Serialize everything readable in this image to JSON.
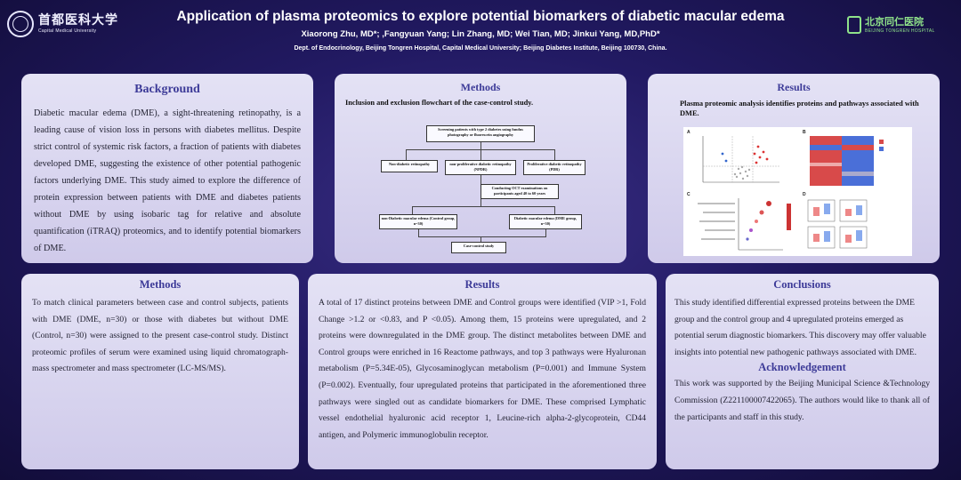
{
  "header": {
    "logo_left_cn": "首都医科大学",
    "logo_left_en": "Capital Medical University",
    "logo_right_cn": "北京同仁医院",
    "logo_right_en": "BEIJING TONGREN HOSPITAL",
    "title": "Application of plasma proteomics to explore potential biomarkers of diabetic macular edema",
    "authors": "Xiaorong Zhu, MD*;   ,Fangyuan Yang;  Lin Zhang, MD; Wei Tian, MD; Jinkui Yang, MD,PhD*",
    "affiliation": "Dept. of Endocrinology, Beijing Tongren Hospital, Capital Medical University; Beijing Diabetes Institute, Beijing 100730, China."
  },
  "background": {
    "heading": "Background",
    "text": "Diabetic macular edema (DME), a sight-threatening retinopathy, is a leading cause of vision loss in persons with diabetes mellitus. Despite strict control of systemic risk factors, a fraction of patients with diabetes developed DME, suggesting the existence of other potential pathogenic factors underlying DME. This study aimed to explore the difference of protein expression between patients with DME and diabetes patients without DME by using isobaric tag for relative and absolute quantification (iTRAQ) proteomics, and to identify potential biomarkers of DME."
  },
  "methods_top": {
    "heading": "Methods",
    "subheading": "Inclusion and exclusion flowchart of the case-control study.",
    "flow": {
      "screening": "Screening patients with type 2 diabetes using fundus photography or fluorescein angiography",
      "non_dr": "Non-diabetic retinopathy",
      "npdr": "non-proliferative diabetic retinopathy (NPDR)",
      "pdr": "Proliferative diabetic retinopathy (PDR)",
      "oct": "Conducting OCT examinations on participants aged 40 to 60 years",
      "control": "non-Diabetic macular edema (Control group, n=30)",
      "dme": "Diabetic macular edema (DME group, n=30)",
      "case_control": "Case-control study"
    }
  },
  "results_top": {
    "heading": "Results",
    "subheading": "Plasma proteomic analysis identifies proteins and pathways associated with DME.",
    "panels": [
      "A",
      "B",
      "C",
      "D"
    ]
  },
  "methods_bottom": {
    "heading": "Methods",
    "text": "To match clinical parameters between case and control subjects, patients with DME (DME, n=30) or those with diabetes but without DME (Control, n=30) were assigned to the present case-control study. Distinct proteomic profiles of serum were examined using liquid chromatograph-mass spectrometer and mass spectrometer (LC-MS/MS)."
  },
  "results_bottom": {
    "heading": "Results",
    "text": "A total of 17 distinct proteins between DME and Control groups were identified (VIP >1, Fold Change >1.2 or <0.83, and P <0.05). Among them, 15 proteins were upregulated, and 2 proteins were downregulated in the DME group. The distinct metabolites between DME and Control groups were enriched in 16 Reactome pathways, and top 3 pathways were Hyaluronan metabolism (P=5.34E-05), Glycosaminoglycan metabolism (P=0.001) and Immune System (P=0.002). Eventually, four upregulated proteins that participated in the aforementioned three pathways were singled out as candidate biomarkers for DME. These comprised Lymphatic vessel endothelial hyaluronic acid receptor 1, Leucine-rich alpha-2-glycoprotein, CD44 antigen, and Polymeric immunoglobulin receptor."
  },
  "conclusions": {
    "heading": "Conclusions",
    "text": "This study identified differential expressed proteins between the DME group and the control group and 4 upregulated proteins emerged as potential serum diagnostic biomarkers. This discovery may offer valuable insights into potential new pathogenic pathways associated with DME.",
    "ack_heading": "Acknowledgement",
    "ack_text": "This work was supported by the Beijing Municipal Science &Technology Commission (Z221100007422065). The authors would like to thank all of the participants and staff in this study."
  }
}
